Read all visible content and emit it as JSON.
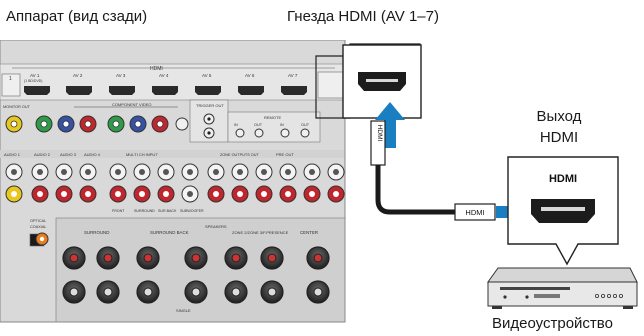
{
  "captions": {
    "unit_rear": "Аппарат (вид сзади)",
    "hdmi_jacks": "Гнезда HDMI (AV 1–7)",
    "hdmi_output_line1": "Выход",
    "hdmi_output_line2": "HDMI",
    "video_device": "Видеоустройство"
  },
  "panel": {
    "hdmi_group_label": "HDMI",
    "hdmi_ports": [
      "AV 1",
      "AV 2",
      "AV 3",
      "AV 4",
      "AV 5",
      "AV 6",
      "AV 7"
    ],
    "av1_sub": "(1 BD/DVD)",
    "port_1_label": "1",
    "monitor_out": "MONITOR OUT",
    "component_video": "COMPONENT VIDEO",
    "trigger_out": "TRIGGER OUT",
    "remote": "REMOTE",
    "remote_in": "IN",
    "remote_out": "OUT",
    "audio_labels": [
      "AUDIO 1",
      "AUDIO 2",
      "AUDIO 3",
      "AUDIO 4"
    ],
    "multi_ch_input": "MULTI CH INPUT",
    "zone_outputs": "ZONE OUTPUTS OUT",
    "pre_out": "PRE OUT",
    "optical": "OPTICAL",
    "coaxial": "COAXIAL",
    "speakers": "SPEAKERS",
    "surround": "SURROUND",
    "surround_back": "SURROUND BACK",
    "zone2": "ZONE 2/ZONE 3/F.PRESENCE",
    "center": "CENTER",
    "single": "SINGLE",
    "front": "FRONT",
    "sur_back": "SUR.BACK",
    "subwoofer": "SUBWOOFER"
  },
  "popup": {
    "port_label": "HDMI"
  },
  "cable": {
    "plug_label_top": "HDMI",
    "plug_label_right": "HDMI"
  },
  "colors": {
    "arrow": "#1a7fc1",
    "panel": "#dedede",
    "jack_red": "#c0262d",
    "jack_white": "#f4f4f4",
    "jack_yellow": "#e8c81e",
    "jack_green": "#2f9b48",
    "jack_blue": "#3552a3"
  }
}
